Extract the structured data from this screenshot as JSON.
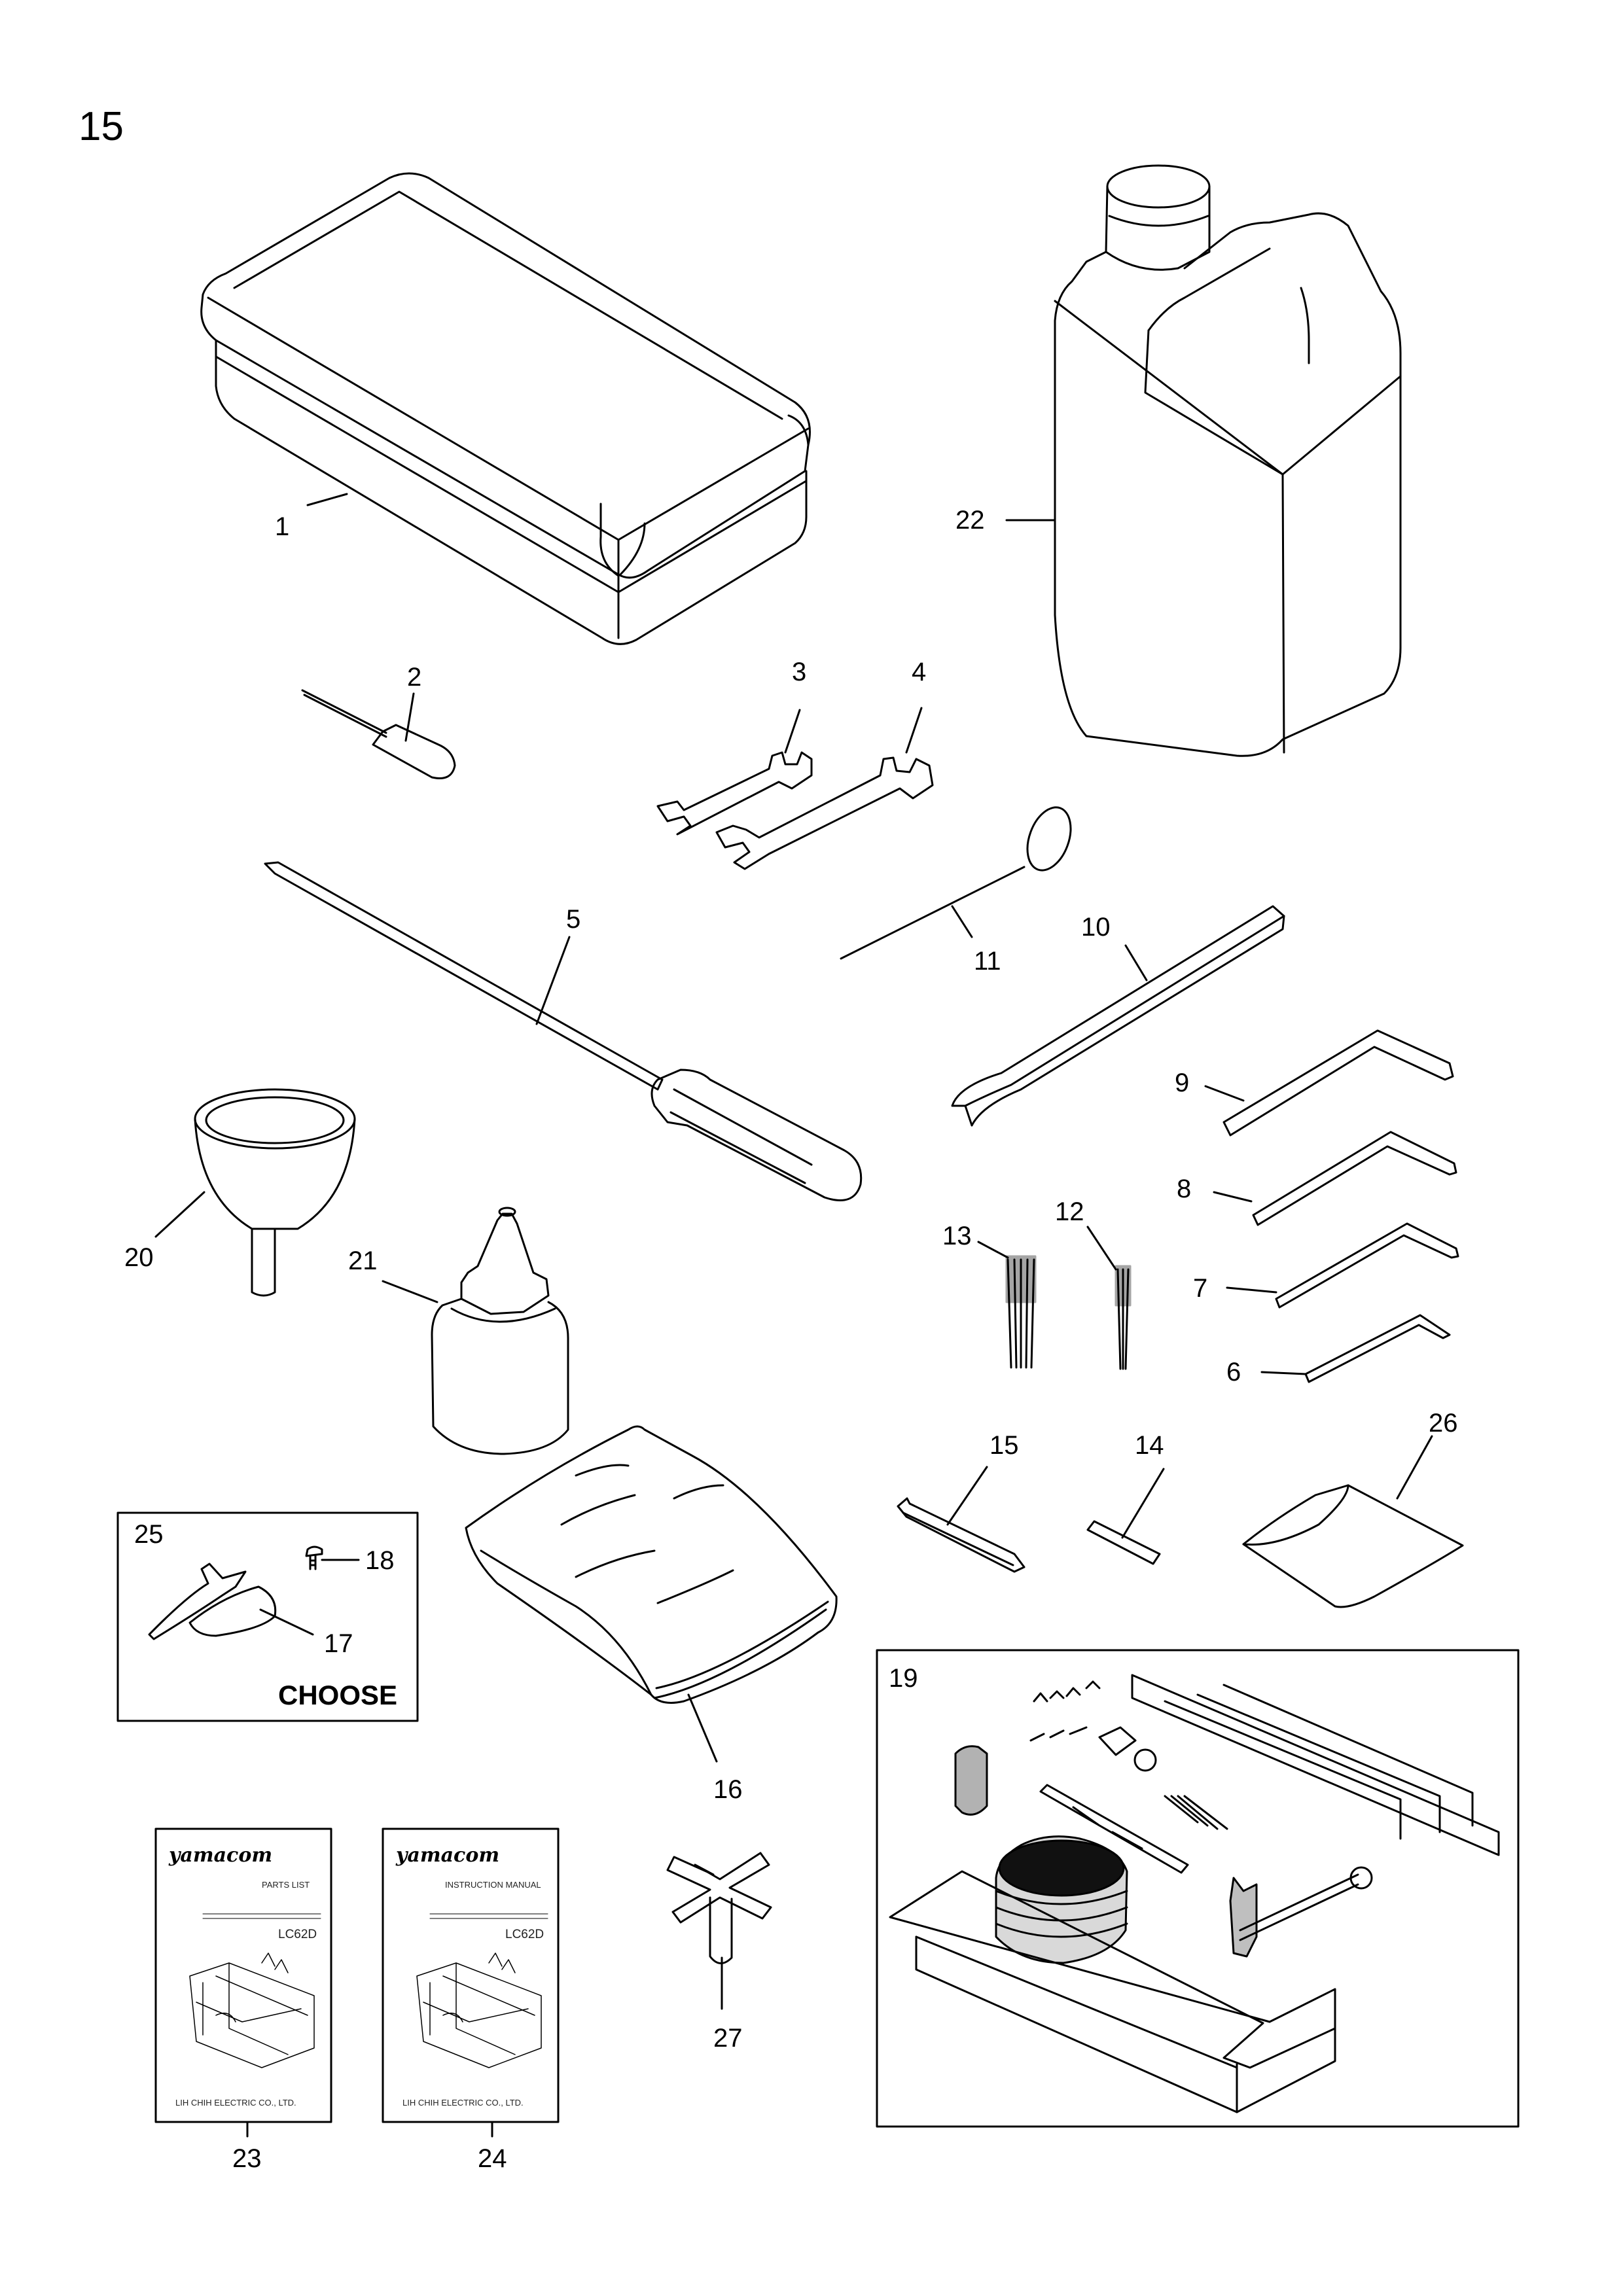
{
  "page_number": "15",
  "callouts": {
    "c1": "1",
    "c2": "2",
    "c3": "3",
    "c4": "4",
    "c5": "5",
    "c6": "6",
    "c7": "7",
    "c8": "8",
    "c9": "9",
    "c10": "10",
    "c11": "11",
    "c12": "12",
    "c13": "13",
    "c14": "14",
    "c15": "15",
    "c16": "16",
    "c17": "17",
    "c18": "18",
    "c19": "19",
    "c20": "20",
    "c21": "21",
    "c22": "22",
    "c23": "23",
    "c24": "24",
    "c25": "25",
    "c26": "26",
    "c27": "27"
  },
  "option_box": {
    "note": "CHOOSE"
  },
  "manuals": {
    "parts_list": {
      "brand": "yamacom",
      "title": "PARTS LIST",
      "model": "LC62D",
      "company": "LIH CHIH ELECTRIC  CO., LTD."
    },
    "instruction_manual": {
      "brand": "yamacom",
      "title": "INSTRUCTION  MANUAL",
      "model": "LC62D",
      "company": "LIH CHIH ELECTRIC  CO., LTD."
    }
  }
}
